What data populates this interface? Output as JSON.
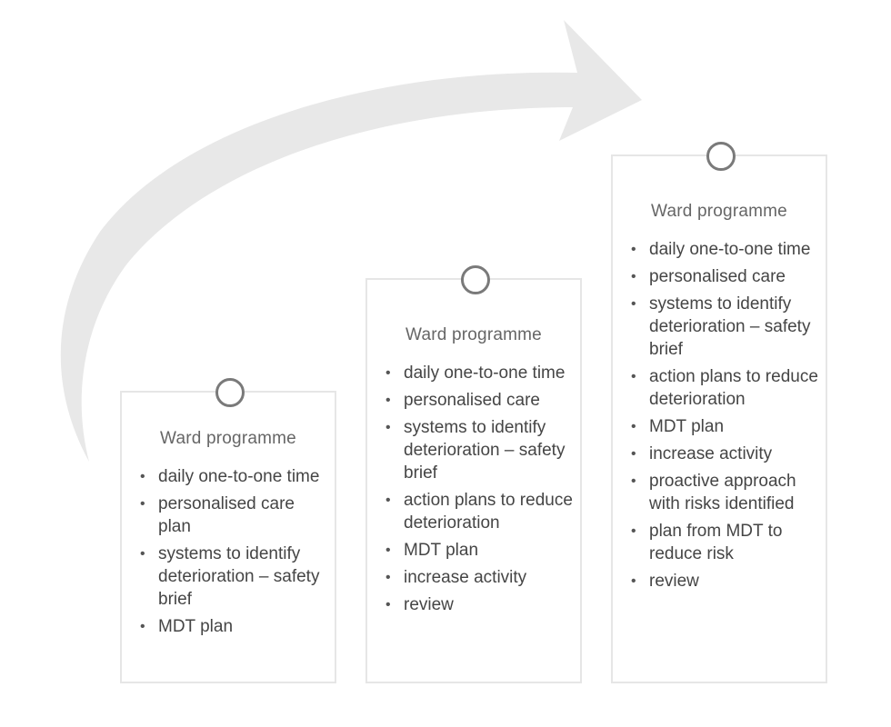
{
  "colors": {
    "arrow": "#e8e8e8",
    "card_border": "#e6e6e6",
    "ring": "#7a7a7a",
    "text": "#444444"
  },
  "arrow": {
    "icon": "curved-arrow-icon"
  },
  "cards": [
    {
      "title": "Ward programme",
      "items": [
        "daily one-to-one time",
        "personalised care plan",
        "systems to identify deterioration – safety brief",
        "MDT plan"
      ]
    },
    {
      "title": "Ward programme",
      "items": [
        "daily one-to-one time",
        "personalised care",
        "systems to identify deterioration – safety brief",
        "action plans to reduce deterioration",
        "MDT plan",
        "increase activity",
        "review"
      ]
    },
    {
      "title": "Ward programme",
      "items": [
        "daily one-to-one time",
        "personalised care",
        "systems to identify deterioration – safety brief",
        "action plans to reduce deterioration",
        "MDT plan",
        "increase activity",
        "proactive approach with risks identified",
        "plan from MDT to reduce risk",
        "review"
      ]
    }
  ]
}
